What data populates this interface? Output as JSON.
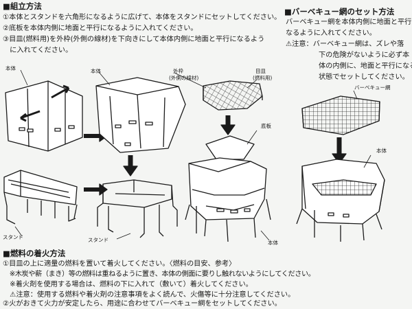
{
  "assembly": {
    "heading": "■組立方法",
    "steps": [
      "①本体とスタンドを六角形になるように広げて、本体をスタンドにセットしてください。",
      "②底板を本体内側に地面と平行になるように入れてください。",
      "③目皿(燃料用)を外枠(外側の線材)を下向きにして本体内側に地面と平行になるよう",
      "　に入れてください。"
    ]
  },
  "bbq_net": {
    "heading": "■バーベキュー網のセット方法",
    "lines": [
      "バーベキュー網を本体内側に地面と平行に",
      "なるように入れてください。"
    ],
    "caution_lines": [
      "⚠注意：バーベキュー網は、ズレや落",
      "下の危険がないように必ず本",
      "体の内側に、地面と平行になる",
      "状態でセットしてください。"
    ]
  },
  "labels": {
    "body_1": "本体",
    "body_2": "本体",
    "outer_frame_1": "外枠",
    "outer_frame_2": "(外側の線材)",
    "grate_1": "目皿",
    "grate_2": "(燃料用)",
    "bottom_plate": "底板",
    "body_3": "本体",
    "bbq_net": "バーベキュー網",
    "body_4": "本体",
    "stand_1": "スタンド",
    "stand_2": "スタンド"
  },
  "ignition": {
    "heading": "■燃料の着火方法",
    "lines": [
      "①目皿の上に適量の燃料を置いて着火してください。〈燃料の目安、参考〉",
      "　※木炭や薪（まき）等の燃料は重ねるように置き、本体の側面に要りし触れないようにしてください。",
      "　※着火剤を使用する場合は、燃料の下に入れて（敷いて）着火してください。",
      "　⚠注意：使用する燃料や着火剤の注意事項をよく読んで、火傷等に十分注意してください。",
      "②火がおきて火力が安定したら、用途に合わせてバーベキュー網をセットしてください。"
    ]
  }
}
